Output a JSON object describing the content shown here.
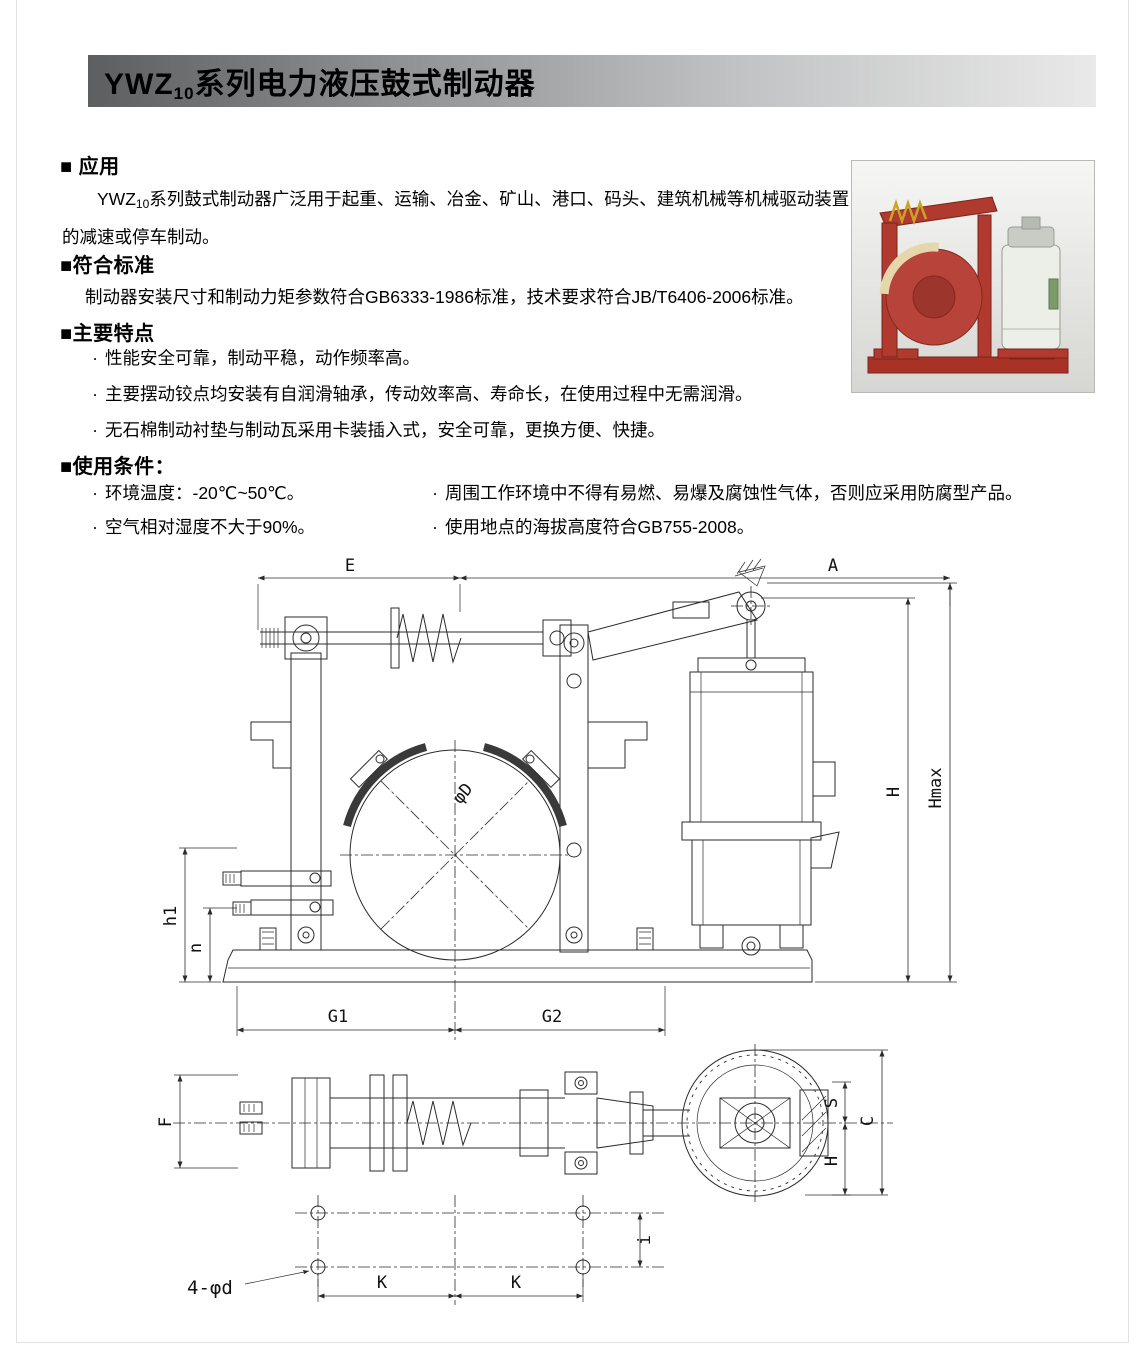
{
  "header": {
    "title_prefix": "YWZ",
    "title_sub": "10",
    "title_suffix": "系列电力液压鼓式制动器"
  },
  "sections": {
    "application": {
      "heading": "■ 应用",
      "body_prefix": "YWZ",
      "body_sub": "10",
      "body_text": "系列鼓式制动器广泛用于起重、运输、冶金、矿山、港口、码头、建筑机械等机械驱动装置的减速或停车制动。"
    },
    "standards": {
      "heading": "■符合标准",
      "body": "制动器安装尺寸和制动力矩参数符合GB6333-1986标准，技术要求符合JB/T6406-2006标准。"
    },
    "features": {
      "heading": "■主要特点",
      "bullet": "·",
      "items": [
        "性能安全可靠，制动平稳，动作频率高。",
        "主要摆动铰点均安装有自润滑轴承，传动效率高、寿命长，在使用过程中无需润滑。",
        "无石棉制动衬垫与制动瓦采用卡装插入式，安全可靠，更换方便、快捷。"
      ]
    },
    "conditions": {
      "heading": "■使用条件：",
      "bullet": "·",
      "left": [
        "环境温度：-20℃~50℃。",
        "空气相对湿度不大于90%。"
      ],
      "right": [
        "周围工作环境中不得有易燃、易爆及腐蚀性气体，否则应采用防腐型产品。",
        "使用地点的海拔高度符合GB755-2008。"
      ]
    }
  },
  "photo": {
    "frame_color": "#b03a2e",
    "thruster_color": "#eceee8",
    "backdrop_color": "#e9e9e7"
  },
  "drawing": {
    "labels": {
      "e": "E",
      "a": "A",
      "h": "H",
      "hmax": "Hmax",
      "h1": "h1",
      "n": "n",
      "g1": "G1",
      "g2": "G2",
      "f": "F",
      "c": "C",
      "s": "S",
      "h_side": "H",
      "k1": "K",
      "k2": "K",
      "i": "i",
      "phi_d": "φD",
      "holes": "4-φd"
    }
  }
}
